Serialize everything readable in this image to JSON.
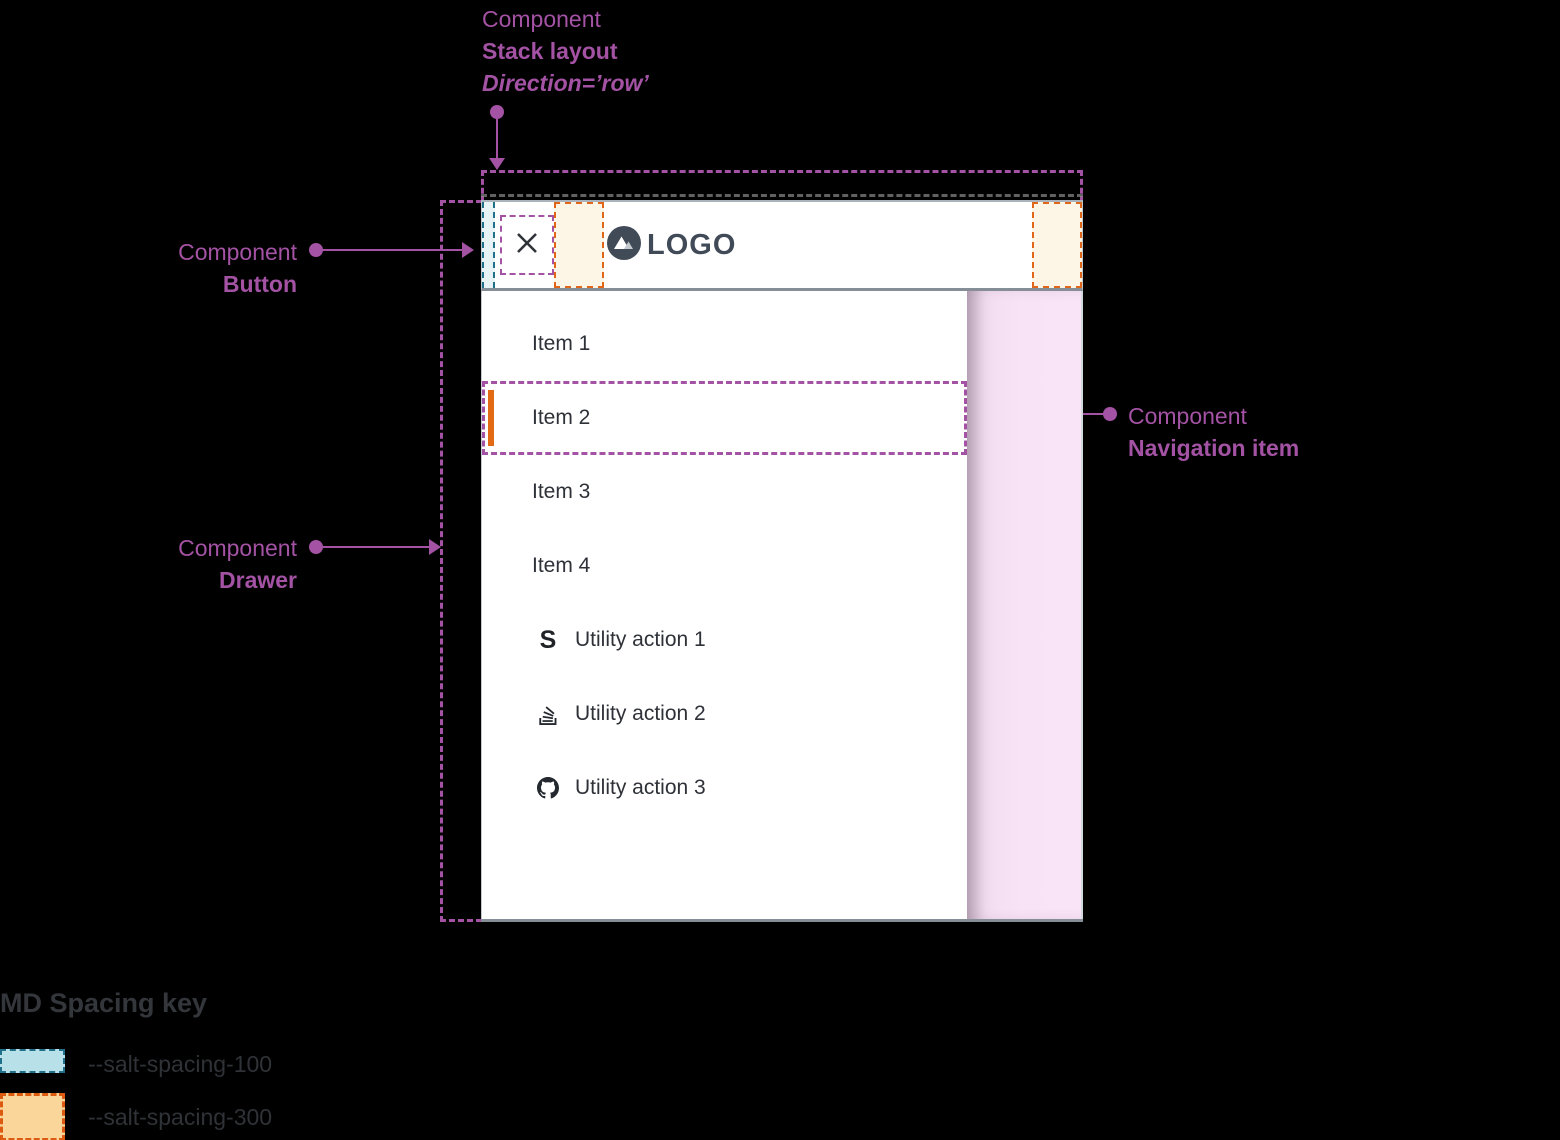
{
  "annotations": {
    "stack_layout": {
      "eyebrow": "Component",
      "title": "Stack layout",
      "subtitle": "Direction=’row’"
    },
    "button": {
      "eyebrow": "Component",
      "title": "Button"
    },
    "drawer": {
      "eyebrow": "Component",
      "title": "Drawer"
    },
    "navigation_item": {
      "eyebrow": "Component",
      "title": "Navigation item"
    }
  },
  "header": {
    "logo_text": "LOGO",
    "close_icon": "close-x-icon",
    "logo_icon": "mountain-logo-icon"
  },
  "drawer": {
    "items": [
      {
        "label": "Item 1",
        "active": false
      },
      {
        "label": "Item 2",
        "active": true
      },
      {
        "label": "Item 3",
        "active": false
      },
      {
        "label": "Item 4",
        "active": false
      }
    ],
    "utilities": [
      {
        "label": "Utility action 1",
        "icon": "s-logo-icon",
        "icon_glyph": "S"
      },
      {
        "label": "Utility action 2",
        "icon": "stackoverflow-icon"
      },
      {
        "label": "Utility action 3",
        "icon": "github-icon"
      }
    ]
  },
  "legend": {
    "title": "MD Spacing key",
    "entries": [
      {
        "token": "--salt-spacing-100",
        "fill": "#B7E0E8",
        "border": "#20708A"
      },
      {
        "token": "--salt-spacing-300",
        "fill": "#FAD69B",
        "border": "#DC5B10"
      }
    ]
  },
  "colors": {
    "annotation_purple": "#A352A4",
    "spacing_100_teal": "#20708A",
    "spacing_300_orange": "#E0661A",
    "active_item_orange": "#E26A15",
    "page_content_pink": "#F8E3F6",
    "logo_navy": "#414B58",
    "header_border_gray": "#858E96"
  }
}
